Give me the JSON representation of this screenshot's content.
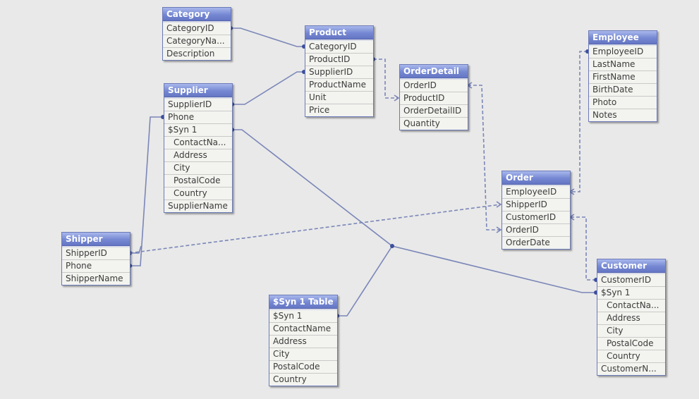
{
  "tables": [
    {
      "id": "category",
      "title": "Category",
      "fields": [
        {
          "label": "CategoryID"
        },
        {
          "label": "CategoryNa..."
        },
        {
          "label": "Description"
        }
      ]
    },
    {
      "id": "product",
      "title": "Product",
      "fields": [
        {
          "label": "CategoryID"
        },
        {
          "label": "ProductID"
        },
        {
          "label": "SupplierID"
        },
        {
          "label": "ProductName"
        },
        {
          "label": "Unit"
        },
        {
          "label": "Price"
        }
      ]
    },
    {
      "id": "orderdetail",
      "title": "OrderDetail",
      "fields": [
        {
          "label": "OrderID"
        },
        {
          "label": "ProductID"
        },
        {
          "label": "OrderDetailID"
        },
        {
          "label": "Quantity"
        }
      ]
    },
    {
      "id": "employee",
      "title": "Employee",
      "fields": [
        {
          "label": "EmployeeID"
        },
        {
          "label": "LastName"
        },
        {
          "label": "FirstName"
        },
        {
          "label": "BirthDate"
        },
        {
          "label": "Photo"
        },
        {
          "label": "Notes"
        }
      ]
    },
    {
      "id": "supplier",
      "title": "Supplier",
      "fields": [
        {
          "label": "SupplierID"
        },
        {
          "label": "Phone"
        },
        {
          "label": "$Syn 1"
        },
        {
          "label": "ContactNa...",
          "sub": true
        },
        {
          "label": "Address",
          "sub": true
        },
        {
          "label": "City",
          "sub": true
        },
        {
          "label": "PostalCode",
          "sub": true
        },
        {
          "label": "Country",
          "sub": true
        },
        {
          "label": "SupplierName"
        }
      ]
    },
    {
      "id": "order",
      "title": "Order",
      "fields": [
        {
          "label": "EmployeeID"
        },
        {
          "label": "ShipperID"
        },
        {
          "label": "CustomerID"
        },
        {
          "label": "OrderID"
        },
        {
          "label": "OrderDate"
        }
      ]
    },
    {
      "id": "shipper",
      "title": "Shipper",
      "fields": [
        {
          "label": "ShipperID"
        },
        {
          "label": "Phone"
        },
        {
          "label": "ShipperName"
        }
      ]
    },
    {
      "id": "customer",
      "title": "Customer",
      "fields": [
        {
          "label": "CustomerID"
        },
        {
          "label": "$Syn 1"
        },
        {
          "label": "ContactNa...",
          "sub": true
        },
        {
          "label": "Address",
          "sub": true
        },
        {
          "label": "City",
          "sub": true
        },
        {
          "label": "PostalCode",
          "sub": true
        },
        {
          "label": "Country",
          "sub": true
        },
        {
          "label": "CustomerN..."
        }
      ]
    },
    {
      "id": "syn1",
      "title": "$Syn 1 Table",
      "fields": [
        {
          "label": "$Syn 1"
        },
        {
          "label": "ContactName"
        },
        {
          "label": "Address"
        },
        {
          "label": "City"
        },
        {
          "label": "PostalCode"
        },
        {
          "label": "Country"
        }
      ]
    }
  ],
  "links": [
    {
      "from": "category.CategoryID",
      "to": "product.CategoryID",
      "style": "solid"
    },
    {
      "from": "supplier.SupplierID",
      "to": "product.SupplierID",
      "style": "solid"
    },
    {
      "from": "product.ProductID",
      "to": "orderdetail.ProductID",
      "style": "dashed"
    },
    {
      "from": "orderdetail.OrderID",
      "to": "order.OrderID",
      "style": "dashed"
    },
    {
      "from": "employee.EmployeeID",
      "to": "order.EmployeeID",
      "style": "dashed"
    },
    {
      "from": "shipper.ShipperID",
      "to": "order.ShipperID",
      "style": "dashed"
    },
    {
      "from": "customer.CustomerID",
      "to": "order.CustomerID",
      "style": "dashed"
    },
    {
      "from": "shipper.Phone",
      "to": "supplier.Phone",
      "style": "solid"
    },
    {
      "from": "supplier.$Syn 1",
      "to": "syn1.$Syn 1",
      "via": "customer.$Syn 1",
      "style": "solid"
    }
  ],
  "colors": {
    "link": "#7a86b8",
    "title_bar": "#7587d2",
    "background": "#e9e9e9"
  }
}
